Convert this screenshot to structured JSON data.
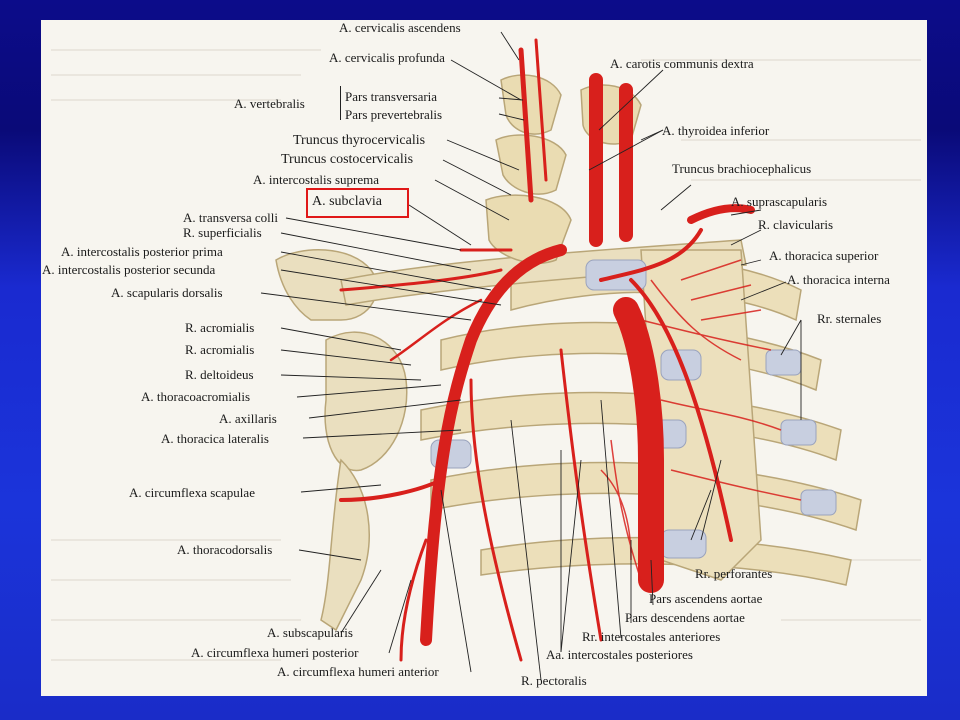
{
  "diagram": {
    "highlight_color": "#e01818",
    "artery_color": "#d8201c",
    "bone_color": "#e9ddb8",
    "labels": {
      "cervicalis_ascendens": "A. cervicalis ascendens",
      "cervicalis_profunda": "A. cervicalis profunda",
      "vertebralis": "A. vertebralis",
      "pars_transversaria": "Pars transversaria",
      "pars_prevertebralis": "Pars prevertebralis",
      "truncus_thyrocervicalis": "Truncus thyrocervicalis",
      "truncus_costocervicalis": "Truncus costocervicalis",
      "intercostalis_suprema": "A. intercostalis suprema",
      "subclavia": "A. subclavia",
      "transversa_colli": "A. transversa colli",
      "r_superficialis": "R. superficialis",
      "intercostalis_posterior_prima": "A. intercostalis posterior prima",
      "intercostalis_posterior_secunda": "A. intercostalis posterior secunda",
      "scapularis_dorsalis": "A. scapularis dorsalis",
      "r_acromialis_1": "R. acromialis",
      "r_acromialis_2": "R. acromialis",
      "r_deltoideus": "R. deltoideus",
      "thoracoacromialis": "A. thoracoacromialis",
      "axillaris": "A. axillaris",
      "thoracica_lateralis": "A. thoracica lateralis",
      "circumflexa_scapulae": "A. circumflexa scapulae",
      "thoracodorsalis": "A. thoracodorsalis",
      "subscapularis": "A. subscapularis",
      "circumflexa_humeri_posterior": "A. circumflexa humeri posterior",
      "circumflexa_humeri_anterior": "A. circumflexa humeri anterior",
      "r_pectoralis": "R. pectoralis",
      "carotis_communis_dextra": "A. carotis communis dextra",
      "thyroidea_inferior": "A. thyroidea inferior",
      "truncus_brachiocephalicus": "Truncus brachiocephalicus",
      "suprascapularis": "A. suprascapularis",
      "r_clavicularis": "R. clavicularis",
      "thoracica_superior": "A. thoracica superior",
      "thoracica_interna": "A. thoracica interna",
      "rr_sternales": "Rr. sternales",
      "rr_perforantes": "Rr. perforantes",
      "pars_ascendens_aortae": "Pars ascendens aortae",
      "pars_descendens_aortae": "Pars descendens aortae",
      "rr_intercostales_anteriores": "Rr. intercostales anteriores",
      "aa_intercostales_posteriores": "Aa. intercostales posteriores"
    }
  }
}
